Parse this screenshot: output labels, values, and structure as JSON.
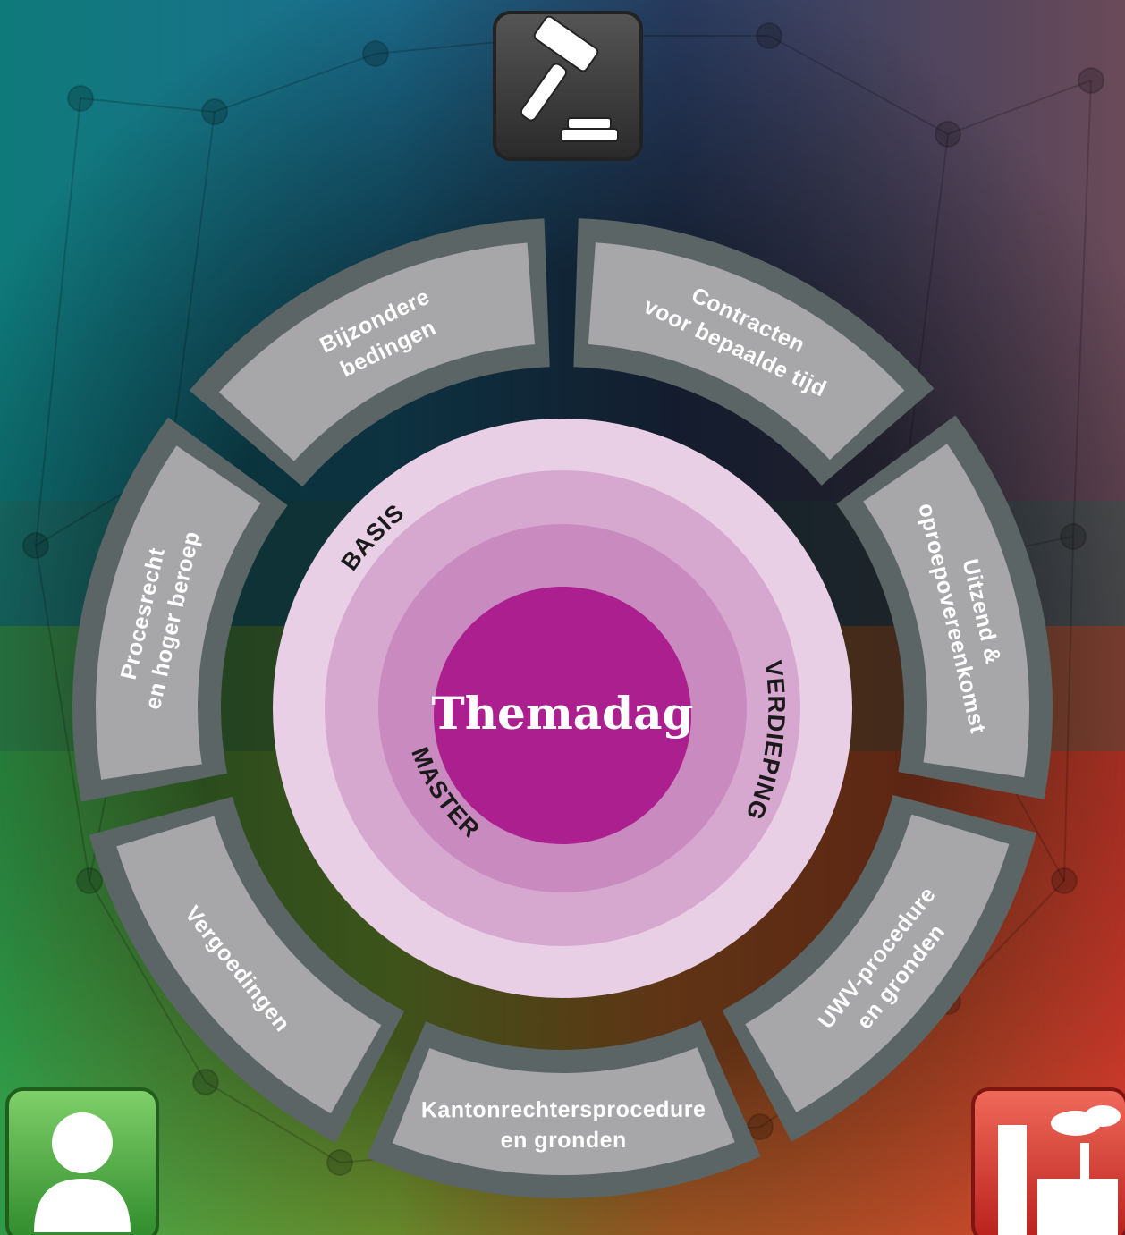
{
  "center": {
    "label": "Themadag",
    "color": "#ab1f8e"
  },
  "rings": {
    "labels": [
      {
        "id": "basis",
        "label": "BASIS"
      },
      {
        "id": "verdieping",
        "label": "VERDIEPING"
      },
      {
        "id": "master",
        "label": "MASTER"
      }
    ],
    "colors": [
      "#e8cfe5",
      "#d7a8cf",
      "#c98abf",
      "#ab1f8e"
    ]
  },
  "segments": [
    {
      "id": "procesrecht",
      "lines": [
        "Procesrecht",
        "en hoger beroep"
      ]
    },
    {
      "id": "bijzondere-bedingen",
      "lines": [
        "Bijzondere",
        "bedingen"
      ]
    },
    {
      "id": "contracten",
      "lines": [
        "Contracten",
        "voor bepaalde tijd"
      ]
    },
    {
      "id": "uitzend",
      "lines": [
        "Uitzend &",
        "oproepovereenkomst"
      ]
    },
    {
      "id": "uwv",
      "lines": [
        "UWV-procedure",
        "en gronden"
      ]
    },
    {
      "id": "kantonrechter",
      "lines": [
        "Kantonrechtersprocedure",
        "en gronden"
      ]
    },
    {
      "id": "vergoedingen",
      "lines": [
        "Vergoedingen"
      ]
    }
  ],
  "colors": {
    "segment_fill": "#a7a7a9",
    "segment_border": "#5c6566",
    "gavel_tile": "#3a3a3a",
    "person_tile": "#45a83a",
    "factory_tile": "#d8322a"
  },
  "icons": [
    "gavel-icon",
    "person-icon",
    "factory-icon"
  ]
}
